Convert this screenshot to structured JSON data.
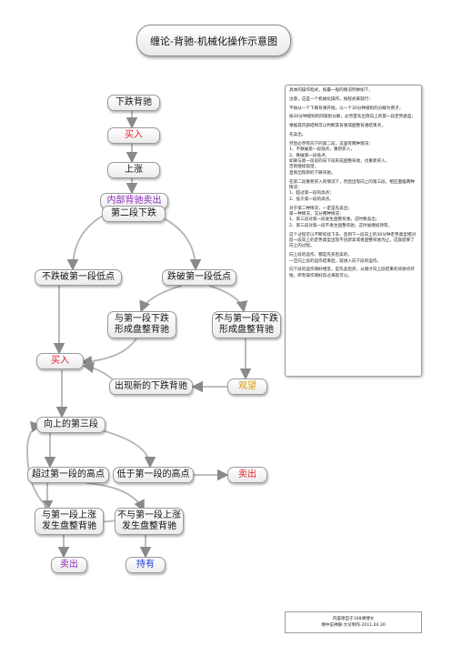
{
  "title": "缠论-背驰-机械化操作示意图",
  "nodes": {
    "down_divergence": "下跌背驰",
    "buy1": "买入",
    "rise": "上涨",
    "internal_sell": "内部背驰卖出",
    "second_down": "第二段下跌",
    "not_below_low": "不跌破第一段低点",
    "below_low": "跌破第一段低点",
    "form_div_line1": "与第一段下跌",
    "form_div_line2": "形成盘整背驰",
    "no_div_line1": "不与第一段下跌",
    "no_div_line2": "形成盘整背驰",
    "buy2": "买入",
    "new_down_div": "出现新的下跌背驰",
    "wait": "观望",
    "third_up": "向上的第三段",
    "exceed_high": "超过第一段的高点",
    "below_high": "低于第一段的高点",
    "sell_right": "卖出",
    "up_div_line1": "与第一段上涨",
    "up_div_line2": "发生盘整背驰",
    "up_nodiv_line1": "不与第一段上涨",
    "up_nodiv_line2": "发生盘整背驰",
    "sell_bottom": "卖出",
    "hold": "持有"
  },
  "notes": [
    "具体的操作程式，按最一般的情况列举如下，",
    "注意，这是一个机械化操作，按程式来就行：",
    "不妨从一个下跌背驰开始，以一个30分钟级别的分解为例子，",
    "按30分钟级别的同级别分解，必然首先出现向上的第一段走势类型，",
    "根据其内部结构可以判断其背驰或盘整背驰结束点，",
    "先卖出，",
    "然后必然有向下的第二段，这里有两种情况：\n1、不跌破第一段低点，重新买入，\n2、跌破第一段低点，\n如果与第一段前的向下段形成盘整背驰，也重新买入，\n否则继续观望，\n直到出现新的下跌背驰。",
    "在第二段重新买入的情况下，然后出现向上的第三段，相应面临两种情况：\n1、超过第一段的高点；\n2、低于第一段的高点。",
    "对于第二种情况，一定是先卖出；\n第一种情况，又分两种情况：\n1、第三段对第一段发生盘整背驰，这时要卖出；\n2、第三段对第一段不发生盘整背驰，这时候继续持有。",
    "这个过程可以不断延续下去，直到下一段向上的30分钟走势类型相对前一段向上的走势类型出现不创新高或者盘整背驰为止，这就结束了向上的过程。",
    "向上段的运作，都是先买后卖的，\n一旦向上段的运作结束后，就进入向下段的运作。",
    "向下段的运作刚好相反，是先卖后买，从刚才向上段结束的背驰点开始，所有操作刚好反过来就可以。"
  ],
  "footer": {
    "line1": "内容源自于108课博文",
    "line2": "缠中说禅解·大论制作·2011.04.30"
  }
}
